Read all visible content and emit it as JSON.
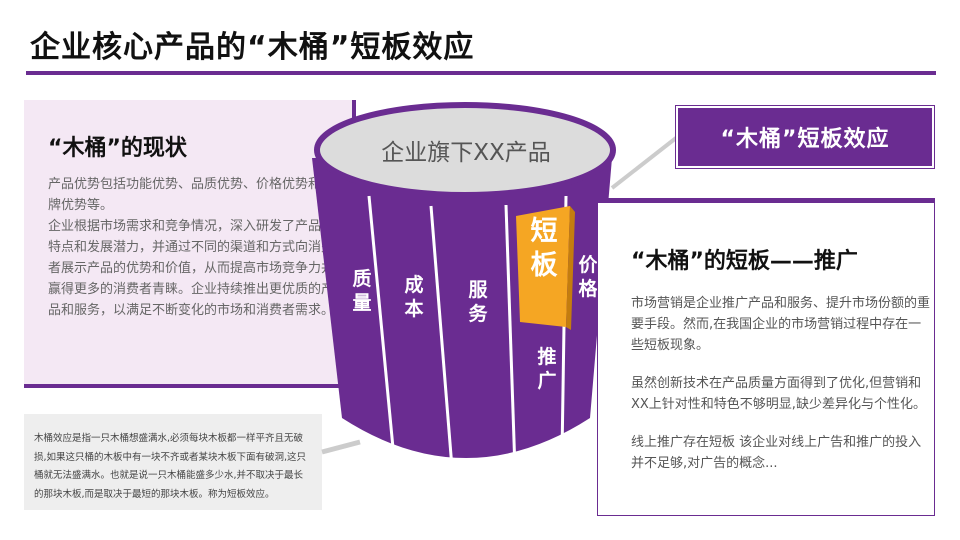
{
  "title": "企业核心产品的“木桶”短板效应",
  "status": {
    "heading": "“木桶”的现状",
    "paragraphs": [
      "产品优势包括功能优势、品质优势、价格优势和品牌优势等。",
      "企业根据市场需求和竞争情况，深入研发了产品的特点和发展潜力，并通过不同的渠道和方式向消费者展示产品的优势和价值，从而提高市场竞争力并赢得更多的消费者青睐。企业持续推出更优质的产品和服务，以满足不断变化的市场和消费者需求。"
    ]
  },
  "note": "木桶效应是指一只木桶想盛满水,必须每块木板都一样平齐且无破损,如果这只桶的木板中有一块不齐或者某块木板下面有破洞,这只桶就无法盛满水。也就是说一只木桶能盛多少水,并不取决于最长的那块木板,而是取决于最短的那块木板。称为短板效应。",
  "barrel": {
    "top_label": "企业旗下XX产品",
    "boards": [
      "质量",
      "成本",
      "服务",
      "短板",
      "价格",
      "推广"
    ]
  },
  "effect_title": "“木桶”短板效应",
  "short_board": {
    "heading": "“木桶”的短板——推广",
    "paragraphs": [
      "市场营销是企业推广产品和服务、提升市场份额的重要手段。然而,在我国企业的市场营销过程中存在一些短板现象。",
      "虽然创新技术在产品质量方面得到了优化,但营销和XX上针对性和特色不够明显,缺少差异化与个性化。",
      "线上推广存在短板 该企业对线上广告和推广的投入并不足够,对广告的概念..."
    ]
  },
  "colors": {
    "accent": "#6a2c91",
    "short_board": "#f5a623",
    "panel_bg": "#f4e8f4"
  }
}
